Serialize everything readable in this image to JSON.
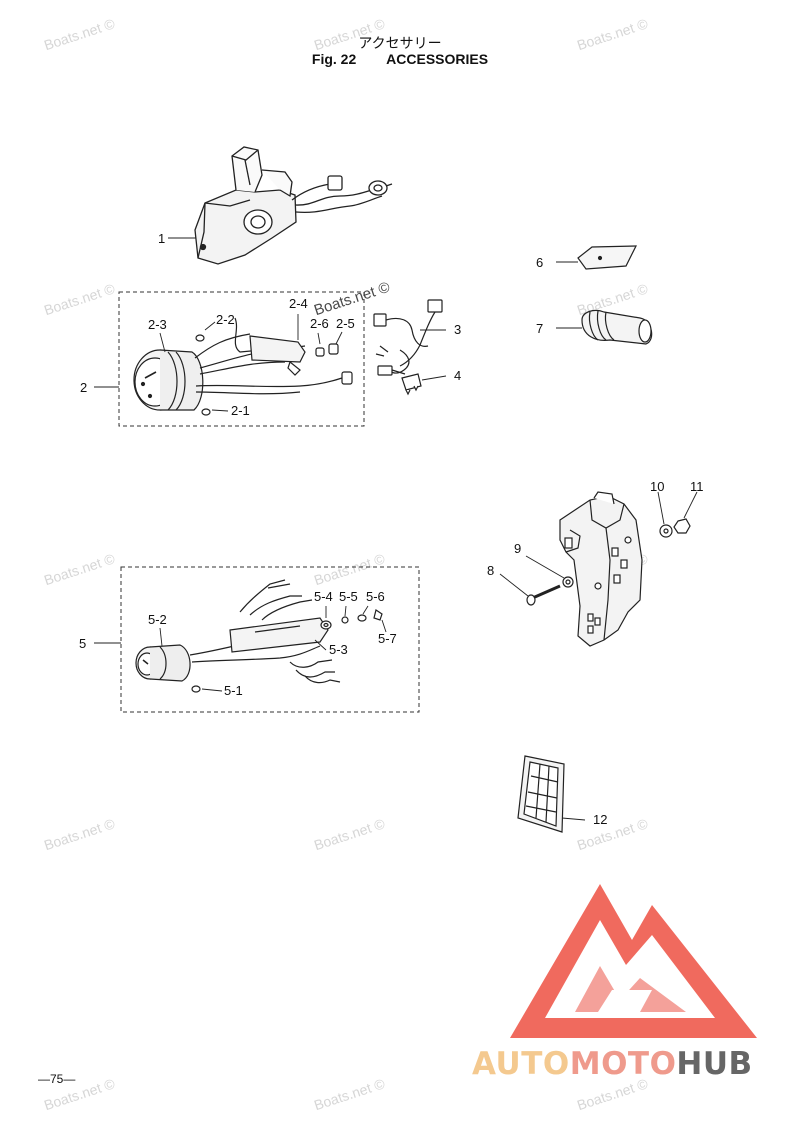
{
  "header": {
    "title_jp": "アクセサリー",
    "fig_number": "Fig. 22",
    "fig_title": "ACCESSORIES"
  },
  "callouts": {
    "c1": "1",
    "c2": "2",
    "c2_1": "2-1",
    "c2_2": "2-2",
    "c2_3": "2-3",
    "c2_4": "2-4",
    "c2_5": "2-5",
    "c2_6": "2-6",
    "c3": "3",
    "c4": "4",
    "c5": "5",
    "c5_1": "5-1",
    "c5_2": "5-2",
    "c5_3": "5-3",
    "c5_4": "5-4",
    "c5_5": "5-5",
    "c5_6": "5-6",
    "c5_7": "5-7",
    "c6": "6",
    "c7": "7",
    "c8": "8",
    "c9": "9",
    "c10": "10",
    "c11": "11",
    "c12": "12"
  },
  "watermark": "Boats.net ©",
  "page_number": "—75—",
  "brand": {
    "part1": "AUTO",
    "part2": "MOTO",
    "part3": "HUB"
  },
  "colors": {
    "logo_outer": "#f06a5e",
    "logo_inner": "#f4a19a",
    "brand_auto": "#f4c98f",
    "brand_moto": "#ef9a8c",
    "brand_hub": "#666666"
  }
}
